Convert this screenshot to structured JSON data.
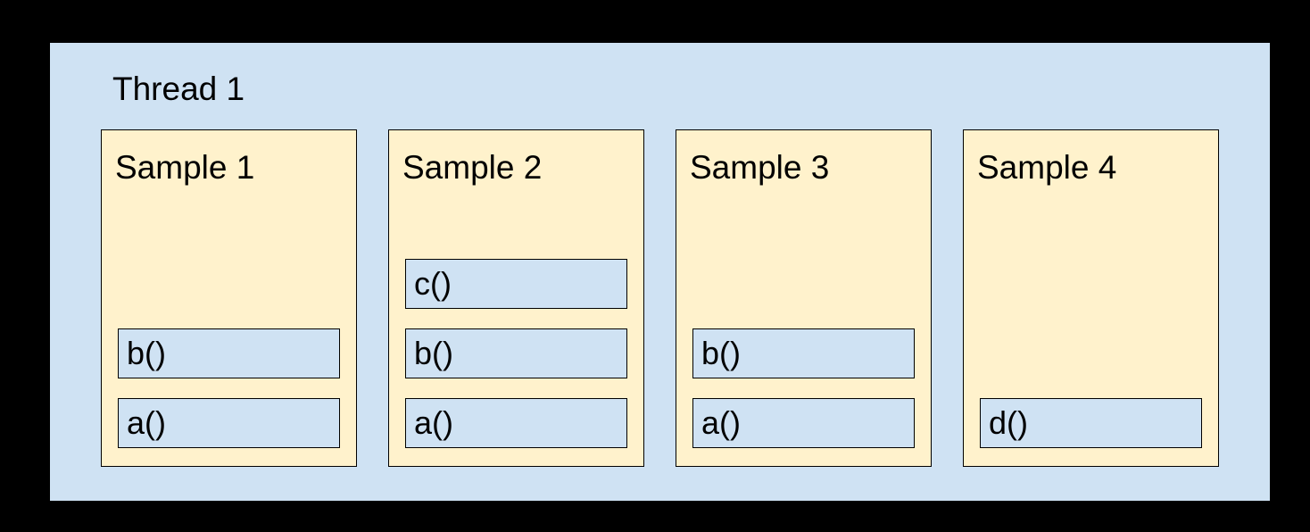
{
  "thread": {
    "label": "Thread 1",
    "samples": [
      {
        "label": "Sample 1",
        "frames": [
          "b()",
          "a()"
        ]
      },
      {
        "label": "Sample 2",
        "frames": [
          "c()",
          "b()",
          "a()"
        ]
      },
      {
        "label": "Sample 3",
        "frames": [
          "b()",
          "a()"
        ]
      },
      {
        "label": "Sample 4",
        "frames": [
          "d()"
        ]
      }
    ]
  },
  "colors": {
    "background": "#000000",
    "thread_fill": "#cfe2f3",
    "sample_fill": "#fff2cc",
    "frame_fill": "#cfe2f3",
    "border": "#000000",
    "text": "#000000"
  }
}
